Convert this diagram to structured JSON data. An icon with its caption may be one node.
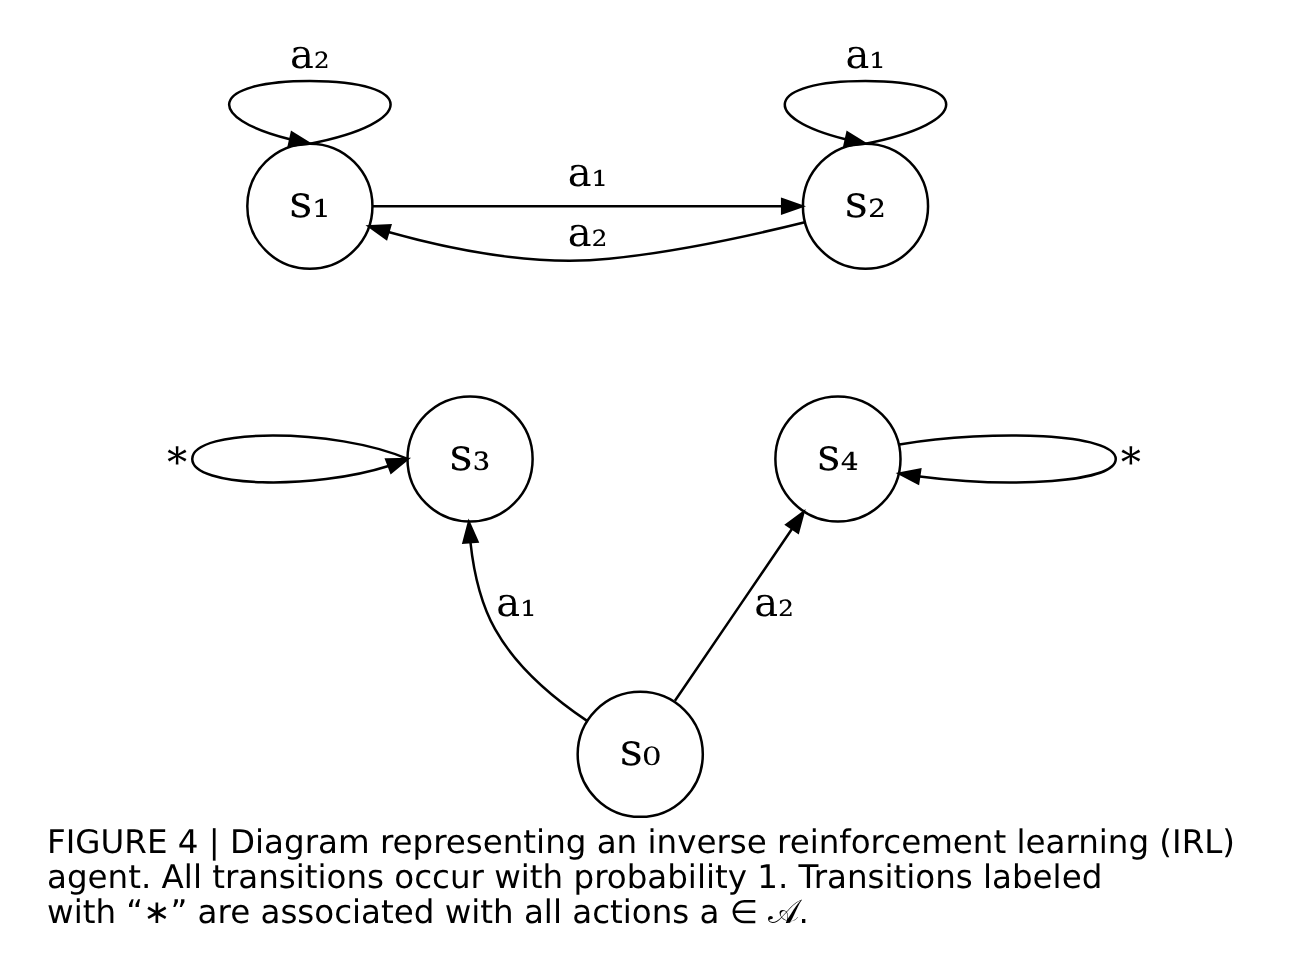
{
  "diagram": {
    "caption": "FIGURE 4 | Diagram representing an inverse reinforcement learning (IRL) agent. All transitions occur with probability 1. Transitions labeled with “∗” are associated with all actions a ∈ 𝒜.",
    "nodes": [
      {
        "text": [
          "s₁"
        ]
      },
      {
        "text": [
          "s₂"
        ]
      },
      {
        "text": [
          "s₃"
        ]
      },
      {
        "text": [
          "s₄"
        ]
      },
      {
        "text": [
          "s₀"
        ]
      }
    ],
    "edges": [
      {
        "from": 0,
        "to": 0,
        "arrow": "to",
        "label": "a₂"
      },
      {
        "from": 1,
        "to": 1,
        "arrow": "to",
        "label": "a₁"
      },
      {
        "from": 0,
        "to": 1,
        "arrow": "to",
        "label": "a₁"
      },
      {
        "from": 1,
        "to": 0,
        "arrow": "to",
        "label": "a₂"
      },
      {
        "from": 2,
        "to": 2,
        "arrow": "to",
        "label": "∗"
      },
      {
        "from": 3,
        "to": 3,
        "arrow": "to",
        "label": "∗"
      },
      {
        "from": 4,
        "to": 2,
        "arrow": "to",
        "label": "a₁"
      },
      {
        "from": 4,
        "to": 3,
        "arrow": "to",
        "label": "a₂"
      }
    ]
  }
}
